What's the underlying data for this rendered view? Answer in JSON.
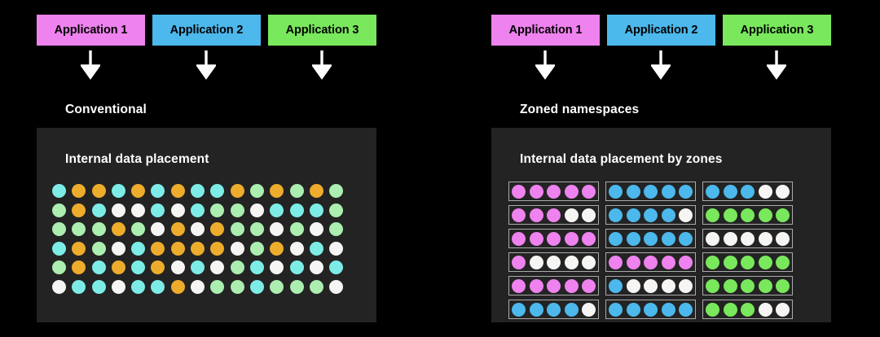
{
  "theme": {
    "background": "#000000",
    "card_background": "#232323",
    "text_color": "#ffffff",
    "zone_border": "#aaaaaa"
  },
  "palette": {
    "pink": "#ee82ee",
    "blue": "#4cb8ec",
    "green": "#79e85c",
    "cyan": "#7dece6",
    "orange": "#eeac2c",
    "mint": "#abeeb0",
    "white": "#f7f5f4"
  },
  "panels": [
    {
      "id": "conventional",
      "section_title": "Conventional",
      "card_title": "Internal data placement",
      "applications": [
        {
          "label": "Application 1",
          "color": "#ee82ee"
        },
        {
          "label": "Application 2",
          "color": "#4cb8ec"
        },
        {
          "label": "Application 3",
          "color": "#79e85c"
        }
      ],
      "arrow_icon": "down-arrow-icon",
      "dot_grid": {
        "rows": 6,
        "cols": 15,
        "cells": [
          [
            "cyan",
            "orange",
            "orange",
            "cyan",
            "orange",
            "cyan",
            "orange",
            "cyan",
            "cyan",
            "orange",
            "mint",
            "orange",
            "mint",
            "orange",
            "mint"
          ],
          [
            "mint",
            "orange",
            "cyan",
            "white",
            "white",
            "cyan",
            "white",
            "cyan",
            "mint",
            "mint",
            "white",
            "cyan",
            "cyan",
            "cyan",
            "mint"
          ],
          [
            "mint",
            "mint",
            "mint",
            "orange",
            "mint",
            "white",
            "orange",
            "white",
            "orange",
            "mint",
            "mint",
            "white",
            "mint",
            "white",
            "mint"
          ],
          [
            "cyan",
            "orange",
            "mint",
            "white",
            "cyan",
            "orange",
            "orange",
            "orange",
            "orange",
            "white",
            "mint",
            "orange",
            "white",
            "cyan",
            "white"
          ],
          [
            "mint",
            "orange",
            "cyan",
            "orange",
            "cyan",
            "orange",
            "white",
            "cyan",
            "white",
            "mint",
            "cyan",
            "white",
            "cyan",
            "white",
            "cyan"
          ],
          [
            "white",
            "cyan",
            "cyan",
            "white",
            "cyan",
            "cyan",
            "orange",
            "white",
            "mint",
            "mint",
            "cyan",
            "mint",
            "mint",
            "mint",
            "white"
          ]
        ]
      }
    },
    {
      "id": "zoned-namespaces",
      "section_title": "Zoned namespaces",
      "card_title": "Internal data placement by zones",
      "applications": [
        {
          "label": "Application 1",
          "color": "#ee82ee"
        },
        {
          "label": "Application 2",
          "color": "#4cb8ec"
        },
        {
          "label": "Application 3",
          "color": "#79e85c"
        }
      ],
      "arrow_icon": "down-arrow-icon",
      "zone_grid": {
        "rows": 6,
        "zones_per_row": 3,
        "dots_per_zone": 5,
        "cells": [
          [
            [
              "pink",
              "pink",
              "pink",
              "pink",
              "pink"
            ],
            [
              "blue",
              "blue",
              "blue",
              "blue",
              "blue"
            ],
            [
              "blue",
              "blue",
              "blue",
              "white",
              "white"
            ]
          ],
          [
            [
              "pink",
              "pink",
              "pink",
              "white",
              "white"
            ],
            [
              "blue",
              "blue",
              "blue",
              "blue",
              "white"
            ],
            [
              "green",
              "green",
              "green",
              "green",
              "green"
            ]
          ],
          [
            [
              "pink",
              "pink",
              "pink",
              "pink",
              "pink"
            ],
            [
              "blue",
              "blue",
              "blue",
              "blue",
              "blue"
            ],
            [
              "white",
              "white",
              "white",
              "white",
              "white"
            ]
          ],
          [
            [
              "pink",
              "white",
              "white",
              "white",
              "white"
            ],
            [
              "pink",
              "pink",
              "pink",
              "pink",
              "pink"
            ],
            [
              "green",
              "green",
              "green",
              "green",
              "green"
            ]
          ],
          [
            [
              "pink",
              "pink",
              "pink",
              "pink",
              "pink"
            ],
            [
              "blue",
              "white",
              "white",
              "white",
              "white"
            ],
            [
              "green",
              "green",
              "green",
              "green",
              "green"
            ]
          ],
          [
            [
              "blue",
              "blue",
              "blue",
              "blue",
              "white"
            ],
            [
              "blue",
              "blue",
              "blue",
              "blue",
              "blue"
            ],
            [
              "green",
              "green",
              "green",
              "white",
              "white"
            ]
          ]
        ]
      }
    }
  ]
}
